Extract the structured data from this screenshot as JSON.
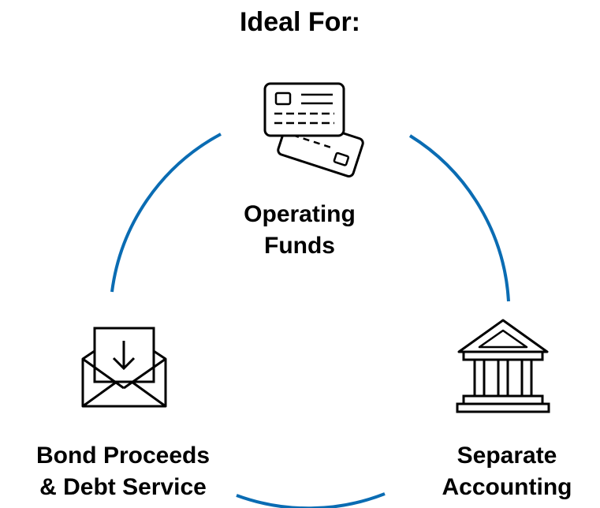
{
  "title": "Ideal For:",
  "accent_color": "#0a6cb3",
  "nodes": [
    {
      "icon": "credit-cards-icon",
      "lines": [
        "Operating",
        "Funds"
      ]
    },
    {
      "icon": "envelope-download-icon",
      "lines": [
        "Bond Proceeds",
        "& Debt Service"
      ]
    },
    {
      "icon": "bank-building-icon",
      "lines": [
        "Separate",
        "Accounting"
      ]
    }
  ]
}
